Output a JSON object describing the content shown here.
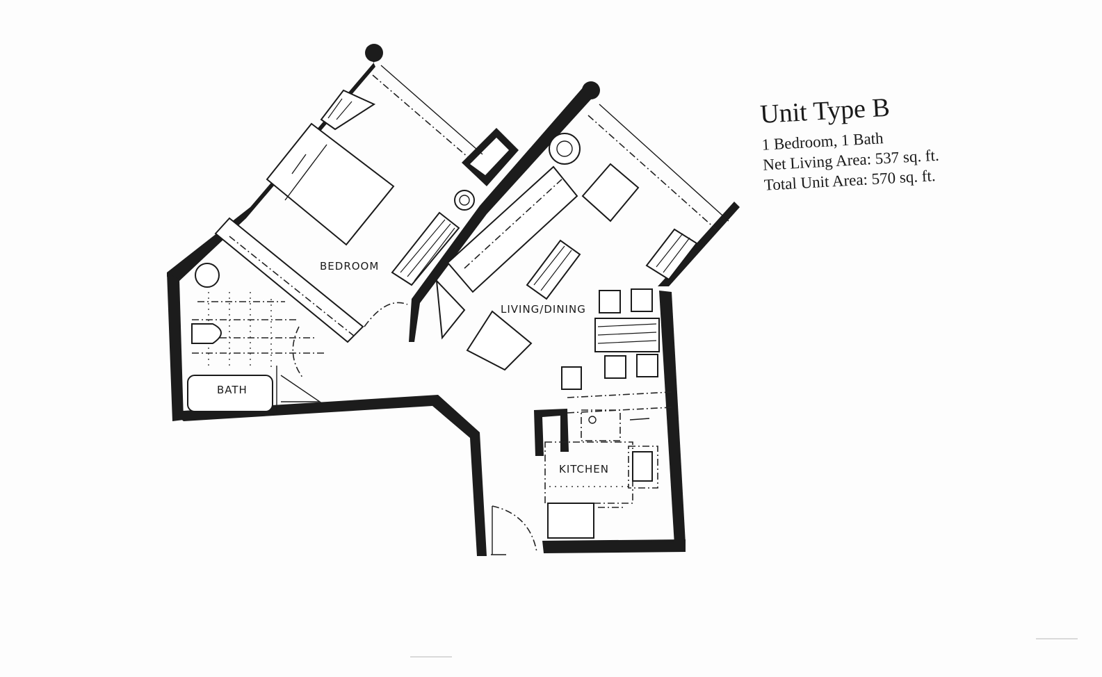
{
  "unit": {
    "title": "Unit Type B",
    "specs": [
      "1 Bedroom, 1 Bath",
      "Net Living Area: 537 sq. ft.",
      "Total Unit Area: 570 sq. ft."
    ],
    "bedrooms": 1,
    "baths": 1,
    "net_living_area_sqft": 537,
    "total_unit_area_sqft": 570
  },
  "rooms": {
    "bedroom": "BEDROOM",
    "bath": "BATH",
    "living_dining": "LIVING/DINING",
    "kitchen": "KITCHEN"
  },
  "colors": {
    "wall": "#1c1c1c",
    "paper": "#fdfdfd",
    "ink": "#1a1a1a"
  }
}
